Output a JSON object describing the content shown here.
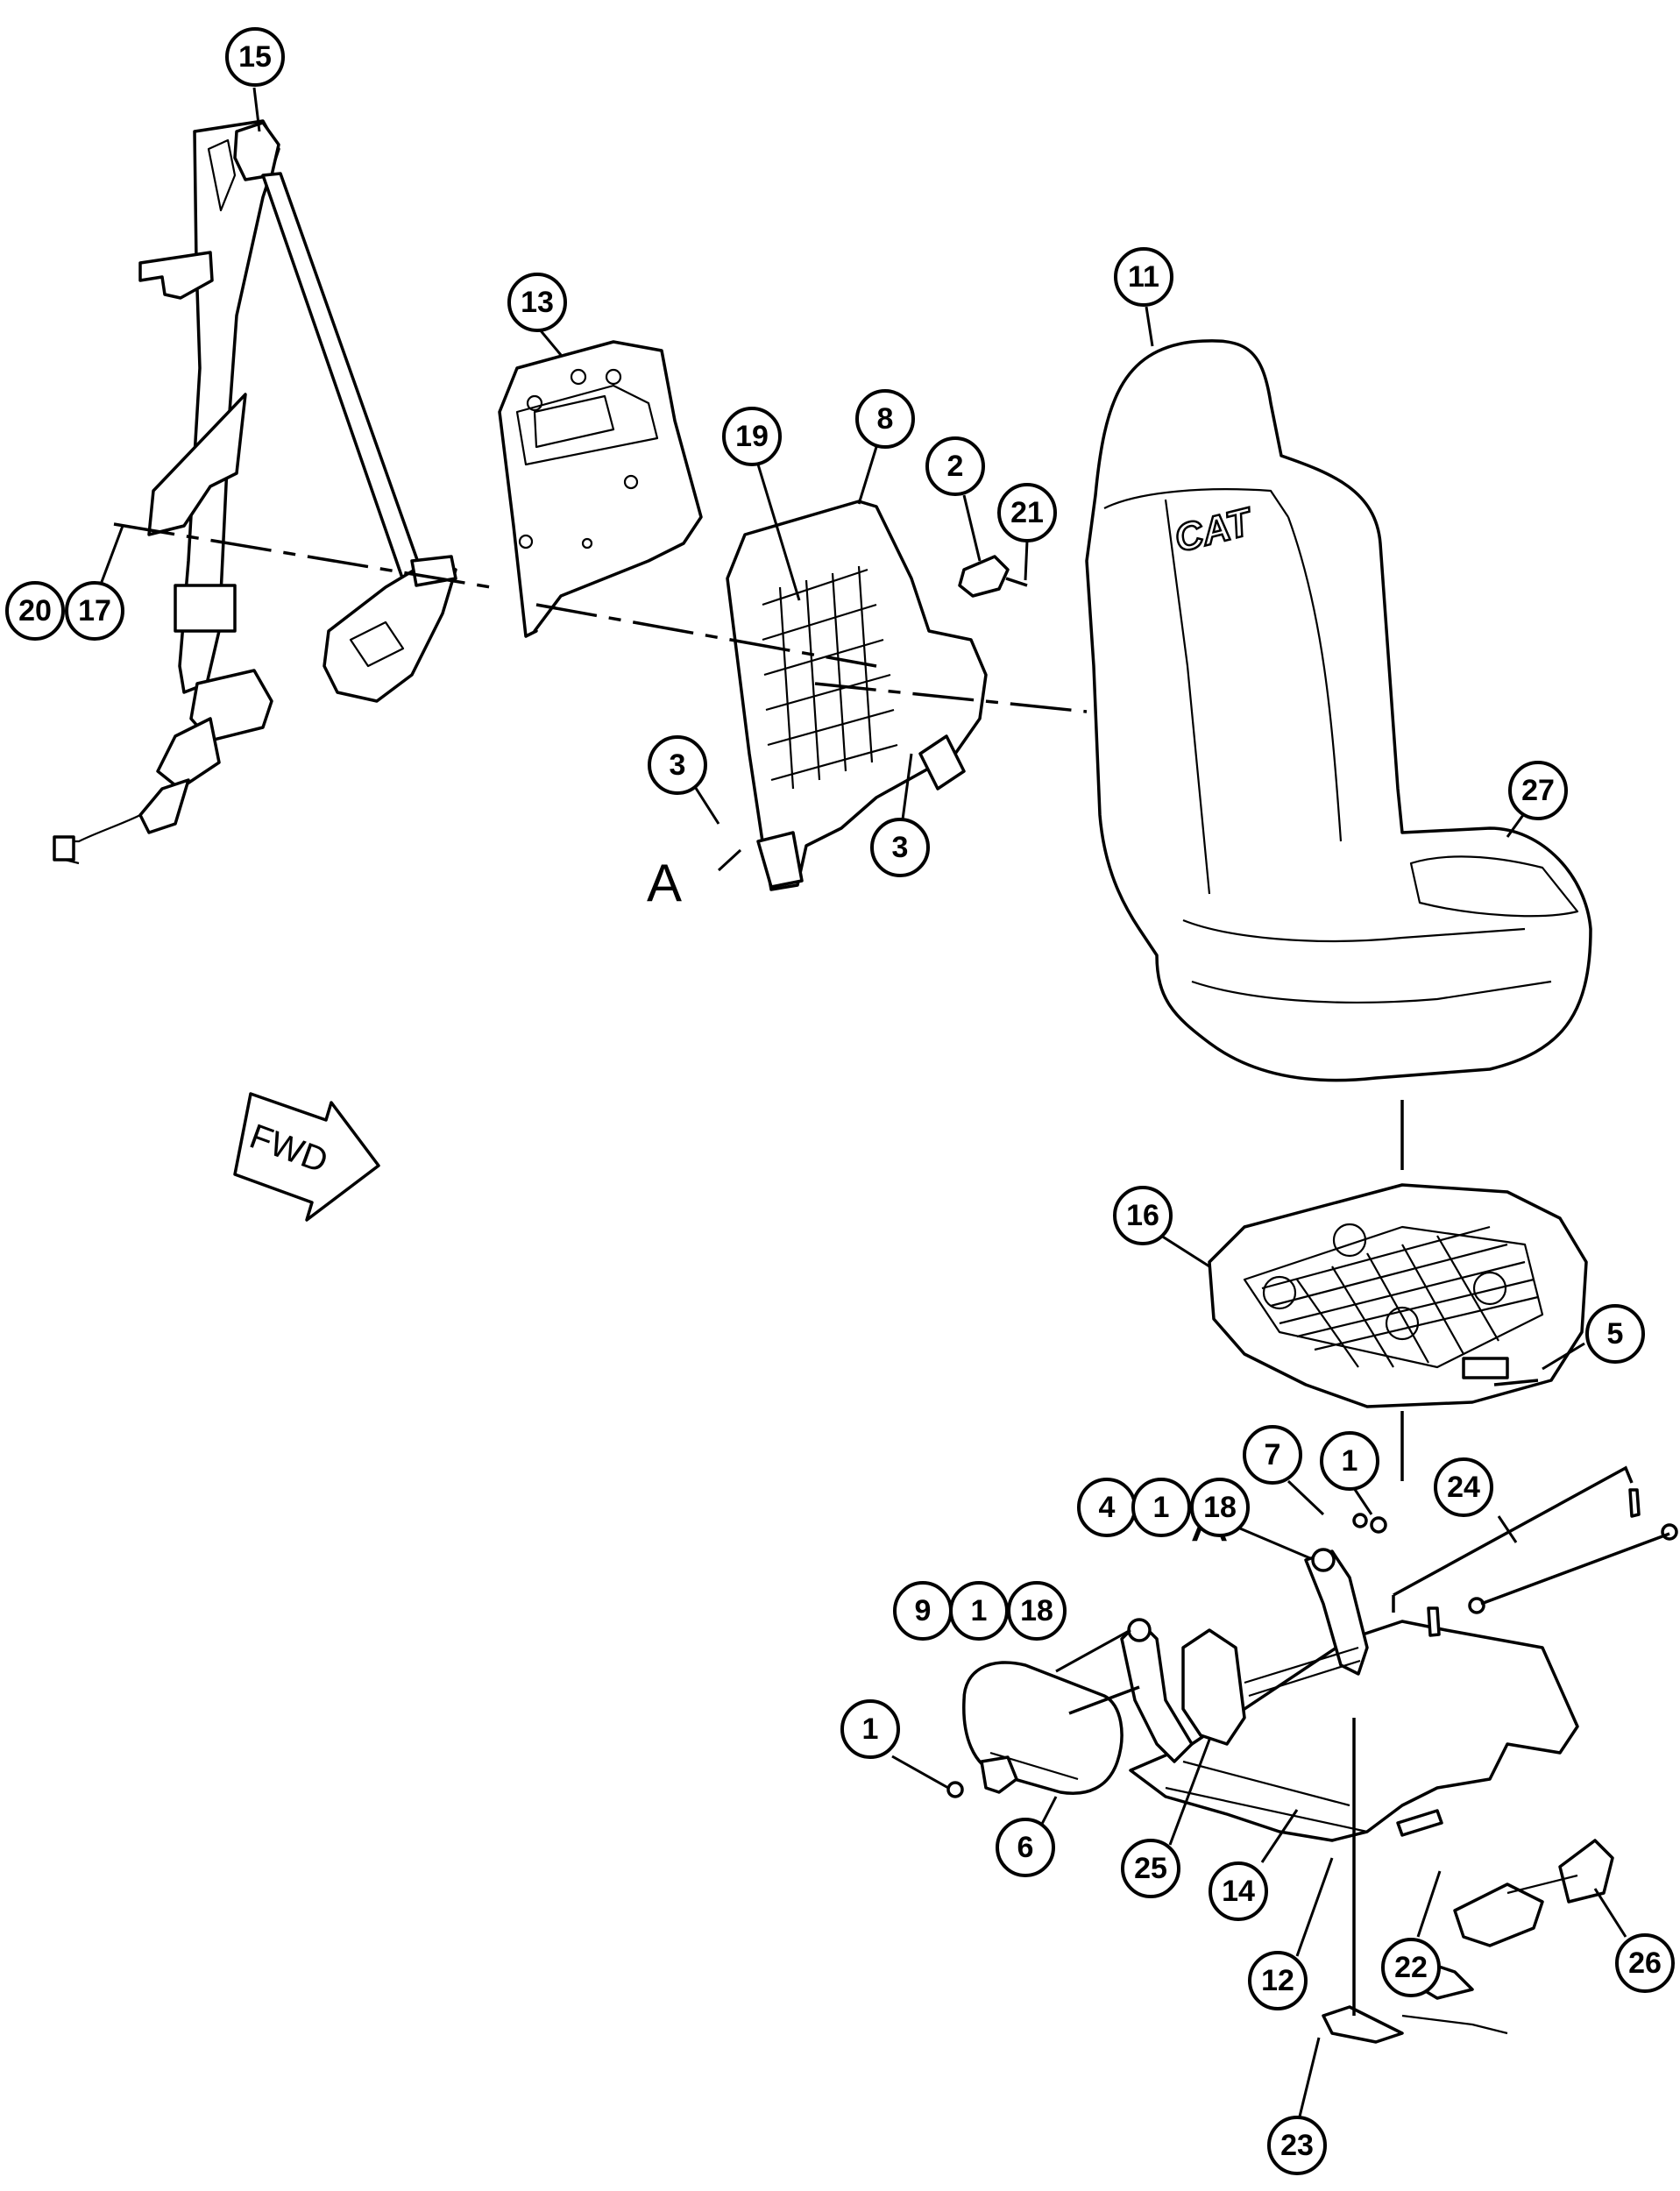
{
  "fwd_label": "FWD",
  "section_marks": [
    "A",
    "A"
  ],
  "callouts": [
    "15",
    "13",
    "11",
    "8",
    "19",
    "2",
    "21",
    "20",
    "17",
    "3",
    "3",
    "27",
    "16",
    "5",
    "7",
    "1",
    "24",
    "4",
    "1",
    "18",
    "9",
    "1",
    "18",
    "1",
    "6",
    "25",
    "14",
    "12",
    "22",
    "26",
    "23"
  ],
  "icons": {
    "direction": "fwd-arrow-icon"
  },
  "colors": {
    "ink": "#000000",
    "paper": "#ffffff"
  }
}
